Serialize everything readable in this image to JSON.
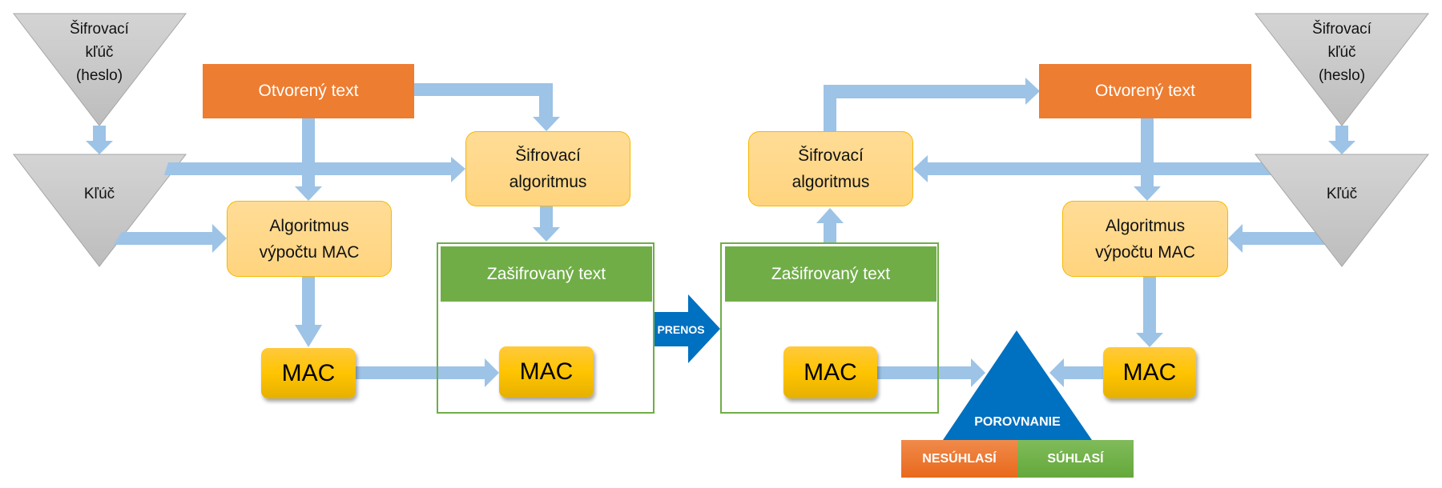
{
  "colors": {
    "arrow": "#9dc3e6",
    "triangle_gray": "#c9c9c9",
    "plaintext_orange": "#ed7d31",
    "algo_fill": "#ffd98f",
    "algo_border": "#f5b800",
    "mac_fill": "#ffc400",
    "cipher_green": "#70ad47",
    "transfer_blue": "#0070c0",
    "disagree_orange": "#ed7d31",
    "agree_green": "#70ad47"
  },
  "sender": {
    "password_key": [
      "Šifrovací",
      "kľúč",
      "(heslo)"
    ],
    "key": "Kľúč",
    "plaintext": "Otvorený text",
    "encryption_algorithm": [
      "Šifrovací",
      "algoritmus"
    ],
    "mac_algorithm": [
      "Algoritmus",
      "výpočtu MAC"
    ],
    "mac": "MAC",
    "ciphertext": "Zašifrovaný text",
    "packet_mac": "MAC"
  },
  "transfer": {
    "label": "PRENOS"
  },
  "receiver": {
    "ciphertext": "Zašifrovaný text",
    "packet_mac": "MAC",
    "encryption_algorithm": [
      "Šifrovací",
      "algoritmus"
    ],
    "plaintext": "Otvorený text",
    "password_key": [
      "Šifrovací",
      "kľúč",
      "(heslo)"
    ],
    "key": "Kľúč",
    "mac_algorithm": [
      "Algoritmus",
      "výpočtu MAC"
    ],
    "mac": "MAC"
  },
  "comparison": {
    "label": "POROVNANIE",
    "disagree": "NESÚHLASÍ",
    "agree": "SÚHLASÍ"
  }
}
